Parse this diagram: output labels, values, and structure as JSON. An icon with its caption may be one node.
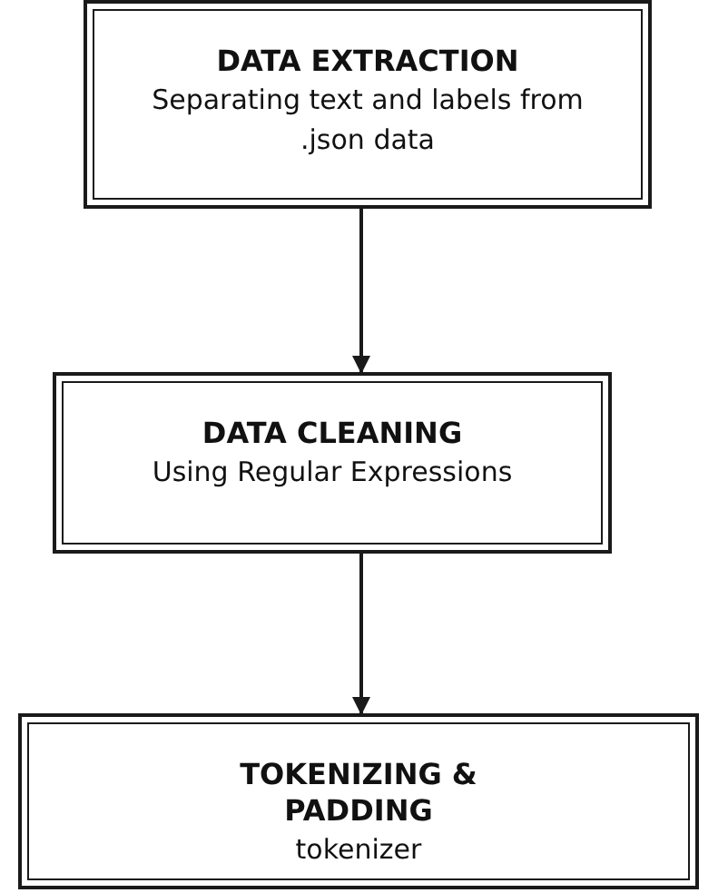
{
  "diagram": {
    "nodes": [
      {
        "text": [
          "DATA EXTRACTION",
          "Separating text and labels from .json data"
        ]
      },
      {
        "text": [
          "DATA CLEANING",
          "Using Regular Expressions"
        ]
      },
      {
        "text": [
          "TOKENIZING & PADDING",
          "tokenizer"
        ]
      }
    ],
    "edges": [
      {
        "from": 0,
        "to": 1,
        "arrow": "to"
      },
      {
        "from": 1,
        "to": 2,
        "arrow": "to"
      }
    ]
  }
}
